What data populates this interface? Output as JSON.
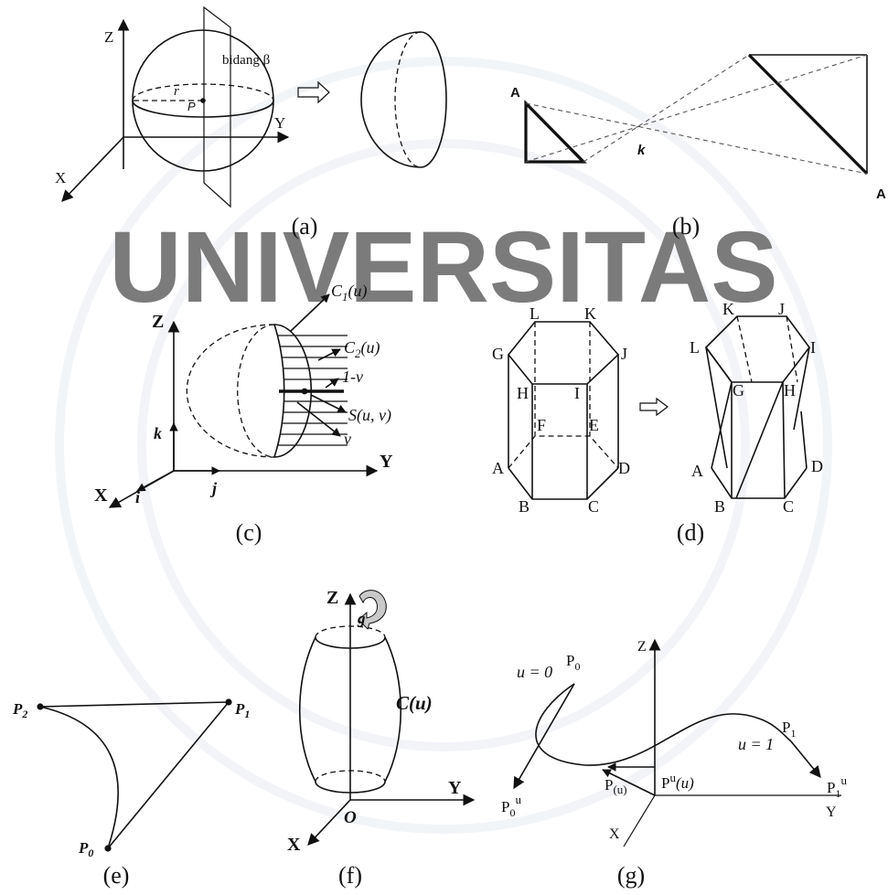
{
  "panels": {
    "a": {
      "caption": "(a)",
      "axis_z": "Z",
      "axis_y": "Y",
      "axis_x": "X",
      "plane_label": "bidang β",
      "radius_label": "r",
      "center_label": "P"
    },
    "b": {
      "caption": "(b)",
      "point_left": "A",
      "point_right": "A",
      "center_label": "k"
    },
    "c": {
      "caption": "(c)",
      "axis_z": "Z",
      "axis_y": "Y",
      "axis_x": "X",
      "unit_k": "k",
      "unit_j": "j",
      "unit_i": "i",
      "curve1_label": "C",
      "curve1_sub": "1",
      "curve1_arg": "(u)",
      "curve2_label": "C",
      "curve2_sub": "2",
      "curve2_arg": "(u)",
      "param_1v": "1-v",
      "surface_label": "S(u, v)",
      "param_v": "v"
    },
    "d": {
      "caption": "(d)",
      "left_vertices": [
        "L",
        "K",
        "G",
        "J",
        "H",
        "I",
        "F",
        "E",
        "A",
        "D",
        "B",
        "C"
      ],
      "right_vertices": [
        "K",
        "J",
        "L",
        "I",
        "G",
        "H",
        "A",
        "D",
        "B",
        "C"
      ]
    },
    "e": {
      "caption": "(e)",
      "p0": "P",
      "p0_sub": "0",
      "p1": "P",
      "p1_sub": "1",
      "p2": "P",
      "p2_sub": "2"
    },
    "f": {
      "caption": "(f)",
      "axis_z": "Z",
      "axis_y": "Y",
      "axis_x": "X",
      "origin": "O",
      "generator": "g",
      "curve_label": "C(u)"
    },
    "g": {
      "caption": "(g)",
      "axis_z": "Z",
      "axis_y": "Y",
      "axis_x": "X",
      "u0_label": "u = 0",
      "u1_label": "u = 1",
      "p0": "P",
      "p0_sub": "0",
      "p1": "P",
      "p1_sub": "1",
      "p0u": "P",
      "p0u_sub": "0",
      "p0u_sup": "u",
      "p1u": "P",
      "p1u_sub": "1",
      "p1u_sup": "u",
      "pu": "P",
      "pu_sub": "(u)",
      "tangent": "P",
      "tangent_sup": "u",
      "tangent_arg": "(u)"
    }
  },
  "watermark": "UNIVERSITAS"
}
